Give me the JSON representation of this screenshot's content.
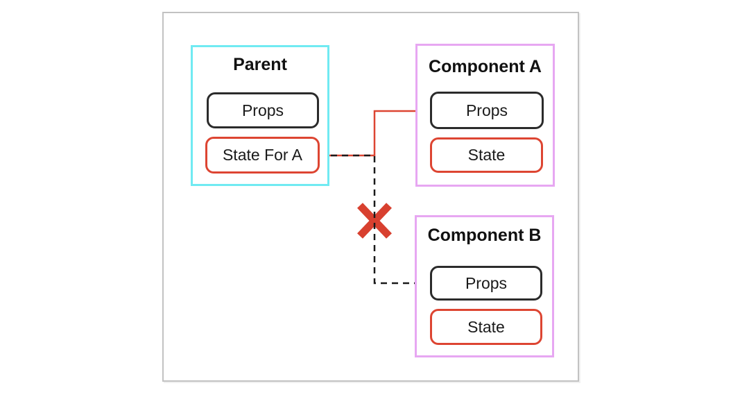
{
  "diagram": {
    "parent": {
      "title": "Parent",
      "props_label": "Props",
      "state_label": "State For A"
    },
    "component_a": {
      "title": "Component A",
      "props_label": "Props",
      "state_label": "State"
    },
    "component_b": {
      "title": "Component B",
      "props_label": "Props",
      "state_label": "State"
    },
    "connections": {
      "state_to_component_a": {
        "style": "solid",
        "from": "State For A",
        "to": "Component A Props"
      },
      "state_to_component_b": {
        "style": "dashed",
        "from": "State For A",
        "to": "Component B Props",
        "blocked": true
      }
    },
    "colors": {
      "parent_border": "#70EAF2",
      "component_border": "#E7A7F2",
      "red_accent": "#DD4532",
      "dark_box_border": "#2B2B2B",
      "dashed_line": "#1A1A1A",
      "x_mark": "#D8402F",
      "frame_border": "#C2C2C2"
    }
  }
}
